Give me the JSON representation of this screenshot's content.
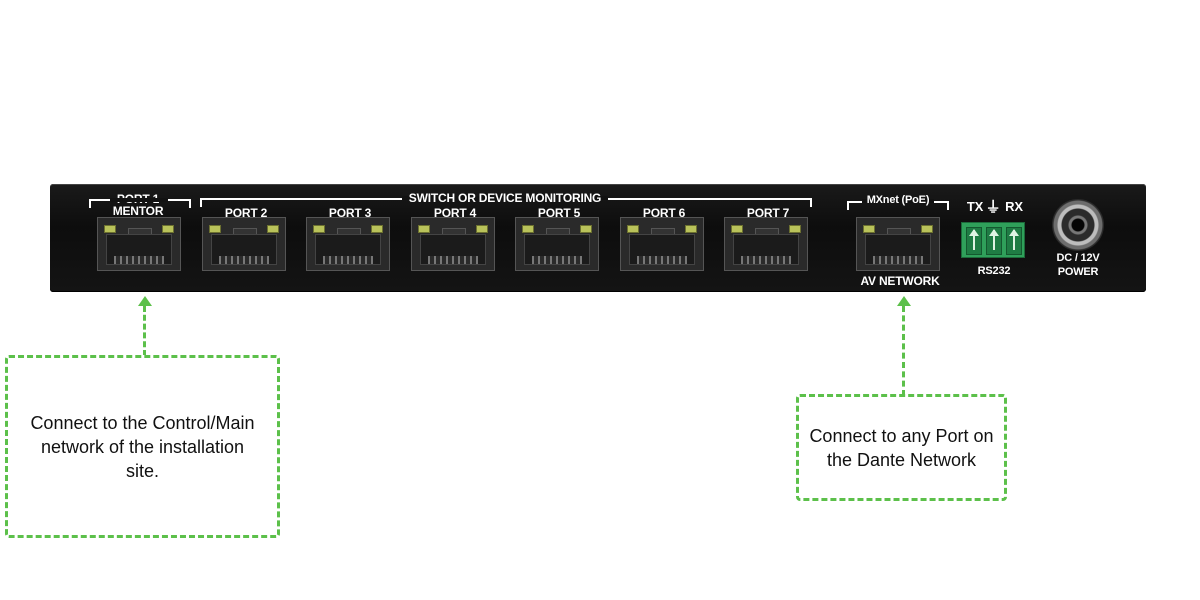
{
  "device": {
    "port1_line1": "PORT 1",
    "port1_line2": "MENTOR",
    "switch_monitoring": "SWITCH OR DEVICE MONITORING",
    "ports": [
      "PORT 2",
      "PORT 3",
      "PORT 4",
      "PORT 5",
      "PORT 6",
      "PORT 7"
    ],
    "mxnet": "MXnet (PoE)",
    "av_network": "AV NETWORK",
    "tx": "TX",
    "ground": "⏚",
    "rx": "RX",
    "rs232": "RS232",
    "power_line1": "DC / 12V",
    "power_line2": "POWER"
  },
  "callouts": {
    "left": "Connect to the Control/Main network of the installation site.",
    "right": "Connect to any Port on the Dante Network"
  },
  "colors": {
    "callout_border": "#5cc04a",
    "device_body": "#141414",
    "terminal_green": "#2fa05a",
    "led": "#b9c25a"
  }
}
